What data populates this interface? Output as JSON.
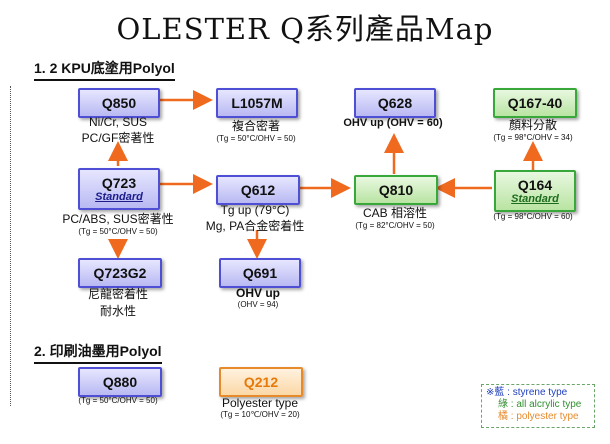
{
  "title": "OLESTER Q系列產品Map",
  "section1": "1.  2 KPU底塗用Polyol",
  "section2": "2. 印刷油墨用Polyol",
  "nodes": {
    "q850": {
      "label": "Q850",
      "caption_lines": [
        "Ni/Cr, SUS",
        "PC/GF密著性"
      ]
    },
    "l1057m": {
      "label": "L1057M",
      "caption_lines": [
        "複合密著",
        "(Tg = 50°C/OHV = 50)"
      ]
    },
    "q628": {
      "label": "Q628",
      "caption_lines": [
        "OHV up (OHV = 60)"
      ]
    },
    "q16740": {
      "label": "Q167-40",
      "caption_lines": [
        "顏料分散",
        "(Tg = 98°C/OHV = 34)"
      ]
    },
    "q723": {
      "label": "Q723",
      "sub": "Standard",
      "caption_lines": [
        "PC/ABS, SUS密著性",
        "(Tg = 50°C/OHV = 50)"
      ]
    },
    "q612": {
      "label": "Q612",
      "caption_lines": [
        "Tg up (79°C)",
        "Mg, PA合金密着性"
      ]
    },
    "q810": {
      "label": "Q810",
      "caption_lines": [
        "CAB 相溶性",
        "(Tg = 82°C/OHV = 50)"
      ]
    },
    "q164": {
      "label": "Q164",
      "sub": "Standard",
      "caption_lines": [
        "(Tg = 98°C/OHV = 60)"
      ]
    },
    "q723g2": {
      "label": "Q723G2",
      "caption_lines": [
        "尼龍密着性",
        "耐水性"
      ]
    },
    "q691": {
      "label": "Q691",
      "caption_lines": [
        "OHV up",
        "(OHV = 94)"
      ]
    },
    "q880": {
      "label": "Q880",
      "caption_lines": [
        "(Tg = 50°C/OHV = 50)"
      ]
    },
    "q212": {
      "label": "Q212",
      "caption_lines": [
        "Polyester type",
        "(Tg = 10℃/OHV = 20)"
      ]
    }
  },
  "legend": {
    "line1": "※藍 : styrene type",
    "line2": "綠 : all alcrylic type",
    "line3": "橘 : polyester type"
  },
  "colors": {
    "styrene": "#4f4fd6",
    "acrylic": "#39a83a",
    "polyester": "#e78a2b",
    "arrow": "#ef6a1f"
  }
}
